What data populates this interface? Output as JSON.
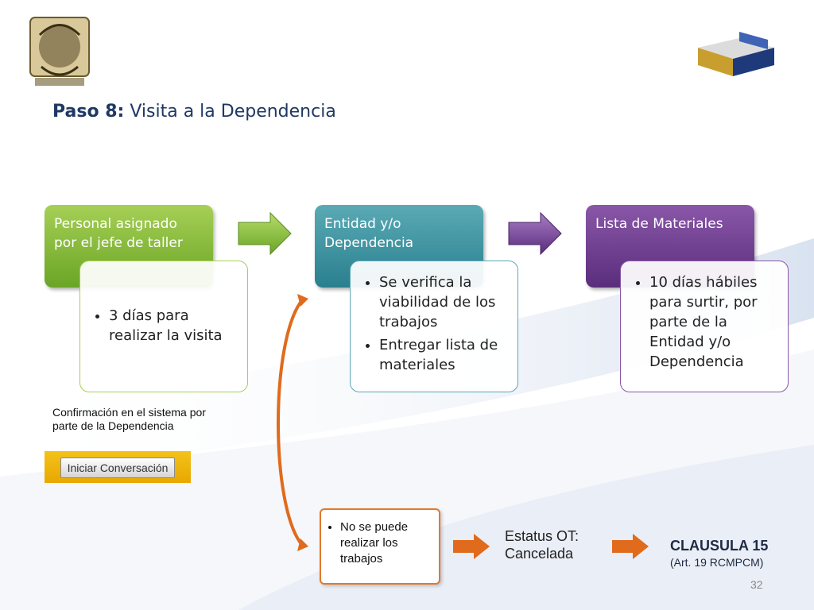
{
  "title": {
    "bold": "Paso 8:",
    "rest": " Visita a la Dependencia"
  },
  "stages": [
    {
      "heading": "Personal asignado por el jefe de taller",
      "bullets": [
        "3 días para realizar la visita"
      ]
    },
    {
      "heading": "Entidad y/o Dependencia",
      "bullets": [
        "Se verifica la viabilidad de los trabajos",
        "Entregar lista de materiales"
      ]
    },
    {
      "heading": "Lista de Materiales",
      "bullets": [
        "10 días hábiles para surtir, por parte de la Entidad y/o Dependencia"
      ]
    }
  ],
  "confirmation": {
    "text": "Confirmación en el sistema por parte de la Dependencia",
    "button_label": "Iniciar Conversación"
  },
  "cancel": {
    "bullet": "No se puede realizar los trabajos",
    "status": "Estatus OT: Cancelada",
    "clause": "CLAUSULA 15",
    "article": "(Art. 19 RCMPCM)"
  },
  "page_number": "32",
  "colors": {
    "green": "#7ab536",
    "teal": "#3a8f9c",
    "purple": "#6b3d8f",
    "orange": "#e06b1c",
    "title": "#1f3864"
  },
  "icons": [
    "unam-seal-logo",
    "institution-logo",
    "right-arrow-icon",
    "curved-arrow-icon"
  ]
}
